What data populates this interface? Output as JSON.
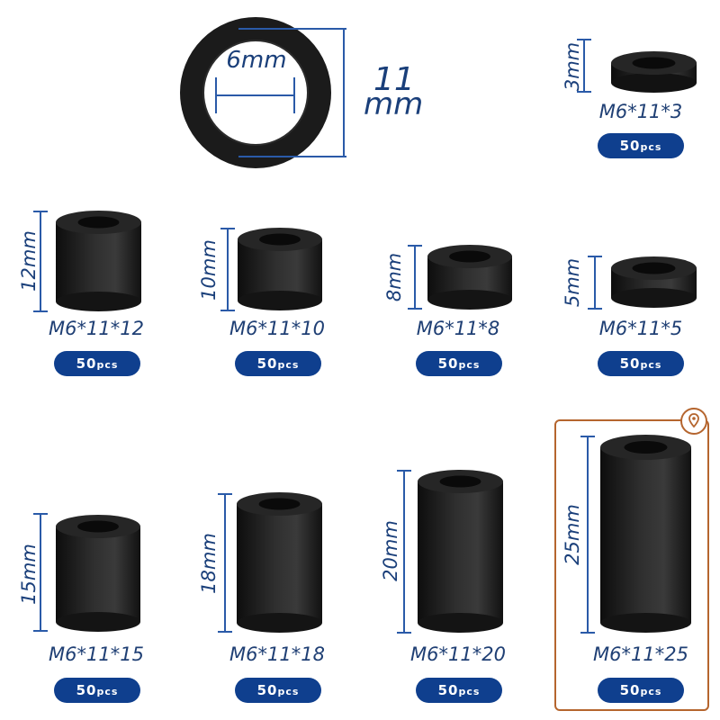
{
  "hero": {
    "inner_label": "6mm",
    "outer_label_top": "11",
    "outer_label_bottom": "mm"
  },
  "items": [
    {
      "id": "m3",
      "model": "M6*11*3",
      "length": "3mm",
      "qty": "50",
      "unit": "pcs"
    },
    {
      "id": "m12",
      "model": "M6*11*12",
      "length": "12mm",
      "qty": "50",
      "unit": "pcs"
    },
    {
      "id": "m10",
      "model": "M6*11*10",
      "length": "10mm",
      "qty": "50",
      "unit": "pcs"
    },
    {
      "id": "m8",
      "model": "M6*11*8",
      "length": "8mm",
      "qty": "50",
      "unit": "pcs"
    },
    {
      "id": "m5",
      "model": "M6*11*5",
      "length": "5mm",
      "qty": "50",
      "unit": "pcs"
    },
    {
      "id": "m15",
      "model": "M6*11*15",
      "length": "15mm",
      "qty": "50",
      "unit": "pcs"
    },
    {
      "id": "m18",
      "model": "M6*11*18",
      "length": "18mm",
      "qty": "50",
      "unit": "pcs"
    },
    {
      "id": "m20",
      "model": "M6*11*20",
      "length": "20mm",
      "qty": "50",
      "unit": "pcs"
    },
    {
      "id": "m25",
      "model": "M6*11*25",
      "length": "25mm",
      "qty": "50",
      "unit": "pcs"
    }
  ],
  "selected_item": "M6*11*25",
  "icons": {
    "pin": "location-pin-icon"
  },
  "colors": {
    "brand_blue": "#0f3f8e",
    "dimension_blue": "#2a5aa8",
    "highlight": "#b5652e",
    "spacer": "#1e1e1e"
  }
}
